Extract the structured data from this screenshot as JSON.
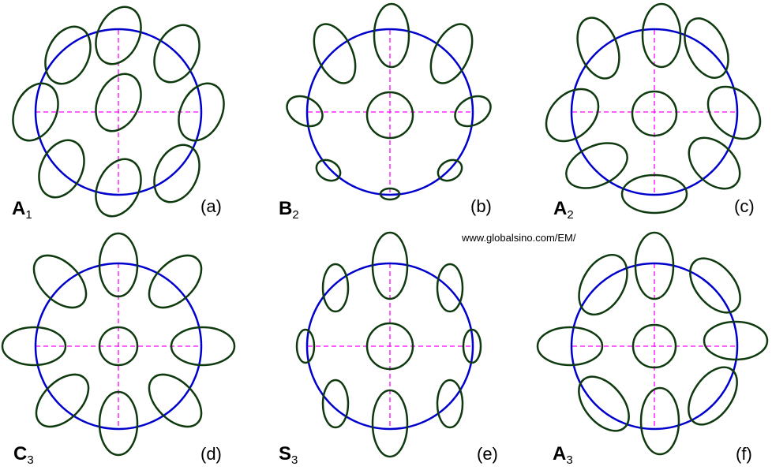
{
  "panels": [
    {
      "id": "a",
      "symbol": "A",
      "subscript": "1",
      "tag": "(a)"
    },
    {
      "id": "b",
      "symbol": "B",
      "subscript": "2",
      "tag": "(b)"
    },
    {
      "id": "c",
      "symbol": "A",
      "subscript": "2",
      "tag": "(c)"
    },
    {
      "id": "d",
      "symbol": "C",
      "subscript": "3",
      "tag": "(d)"
    },
    {
      "id": "e",
      "symbol": "S",
      "subscript": "3",
      "tag": "(e)"
    },
    {
      "id": "f",
      "symbol": "A",
      "subscript": "3",
      "tag": "(f)"
    }
  ],
  "watermark": "www.globalsino.com/EM/",
  "colors": {
    "circle": "#0000cc",
    "axes": "#ff00ff",
    "lobes": "#0f3a0f"
  }
}
